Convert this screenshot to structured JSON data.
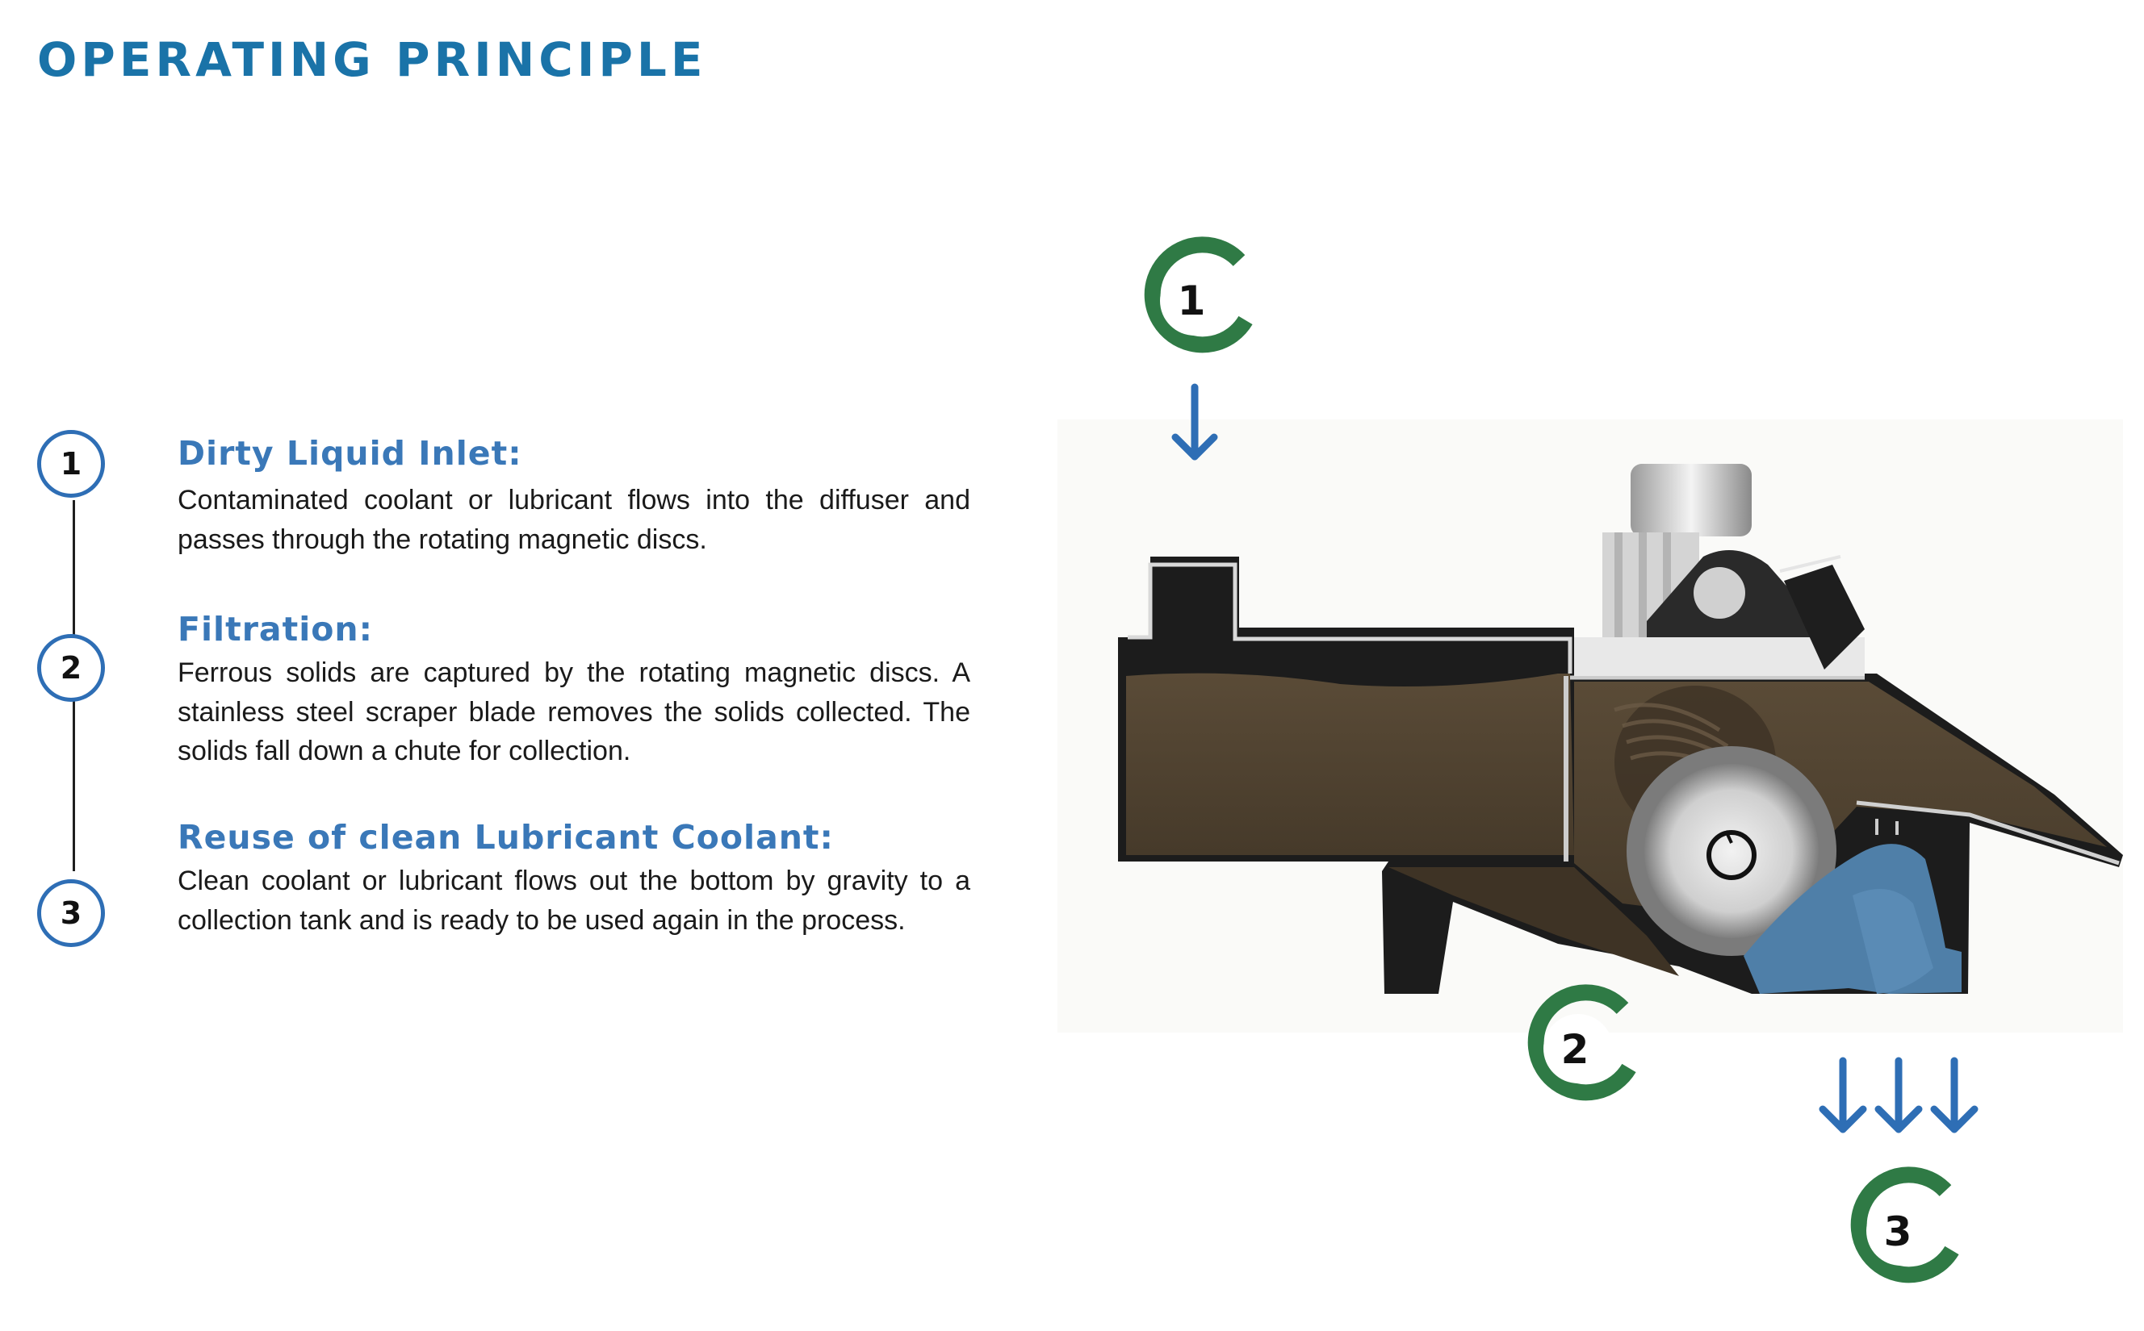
{
  "page": {
    "title": "OPERATING PRINCIPLE"
  },
  "steps": [
    {
      "number": "1",
      "heading": "Dirty Liquid Inlet:",
      "body": "Contaminated coolant or lubricant flows into the diffuser and passes through the rotating magnetic discs."
    },
    {
      "number": "2",
      "heading": "Filtration:",
      "body": "Ferrous solids are captured by the rotating magnetic discs. A stainless steel scraper blade removes the solids collected. The solids fall down a chute for collection."
    },
    {
      "number": "3",
      "heading": "Reuse of clean Lubricant Coolant:",
      "body": "Clean coolant or lubricant flows out the bottom by gravity to a collection tank and is ready to be used again  in the process."
    }
  ],
  "diagram": {
    "badges": [
      "1",
      "2",
      "3"
    ],
    "colors": {
      "badge": "#2f7a45",
      "arrow": "#2e6eb5",
      "dirty_liquid": "#4f4332",
      "clean_liquid": "#4f7fa8",
      "housing": "#1c1c1c"
    },
    "icons": [
      "down-arrow-icon",
      "cutaway-filter-illustration"
    ]
  }
}
